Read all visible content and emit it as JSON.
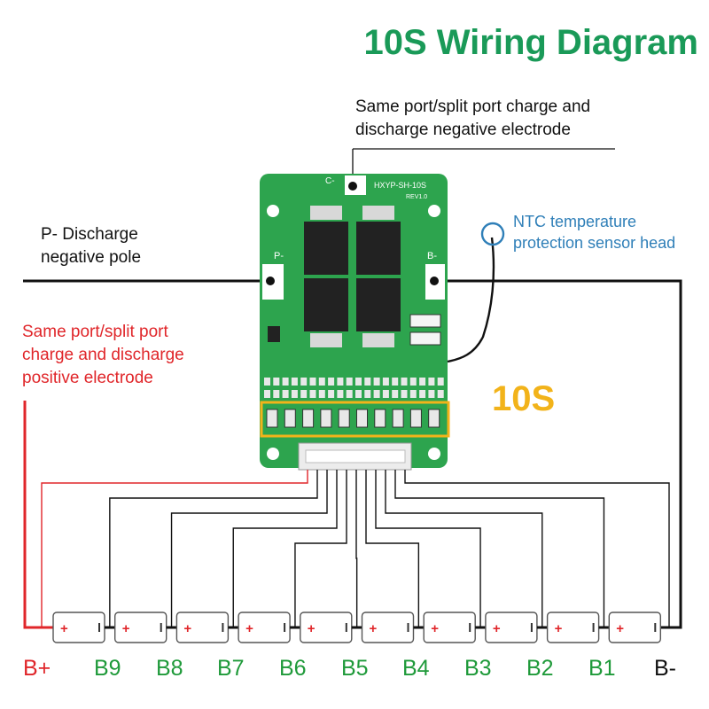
{
  "title": "10S Wiring Diagram",
  "labels": {
    "top_line1": "Same port/split port charge and",
    "top_line2": "discharge negative electrode",
    "p_line1": "P- Discharge",
    "p_line2": "negative pole",
    "ntc_line1": "NTC temperature",
    "ntc_line2": "protection sensor head",
    "red_line1": "Same port/split port",
    "red_line2": "charge and discharge",
    "red_line3": "positive electrode"
  },
  "board": {
    "model": "HXYP-SH-10S",
    "rev": "REV1.0",
    "c_pad": "C-",
    "p_pad": "P-",
    "b_pad": "B-",
    "series_tag": "10S"
  },
  "cells": [
    "B+",
    "B9",
    "B8",
    "B7",
    "B6",
    "B5",
    "B4",
    "B3",
    "B2",
    "B1",
    "B-"
  ],
  "colors": {
    "title": "#1a9a58",
    "positive": "#e0262a",
    "wire": "#111111",
    "pcb": "#2da44e",
    "highlight": "#f2b31a",
    "ntc": "#2f7fb8",
    "cell_label": "#1f9a3a"
  }
}
